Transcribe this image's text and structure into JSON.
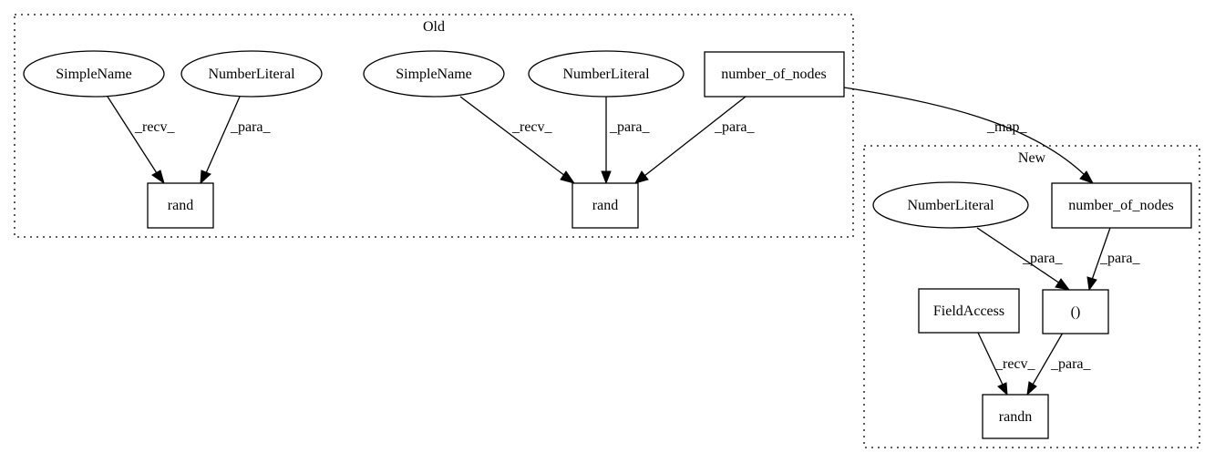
{
  "clusters": {
    "old": {
      "label": "Old"
    },
    "new": {
      "label": "New"
    }
  },
  "nodes": {
    "old_simplename_1": "SimpleName",
    "old_numberliteral_1": "NumberLiteral",
    "old_rand_1": "rand",
    "old_simplename_2": "SimpleName",
    "old_numberliteral_2": "NumberLiteral",
    "old_number_of_nodes": "number_of_nodes",
    "old_rand_2": "rand",
    "new_number_of_nodes": "number_of_nodes",
    "new_numberliteral": "NumberLiteral",
    "new_paren": "()",
    "new_fieldaccess": "FieldAccess",
    "new_randn": "randn"
  },
  "edges": {
    "e1": "_recv_",
    "e2": "_para_",
    "e3": "_recv_",
    "e4": "_para_",
    "e5": "_para_",
    "e6": "_map_",
    "e7": "_para_",
    "e8": "_para_",
    "e9": "_recv_",
    "e10": "_para_"
  }
}
